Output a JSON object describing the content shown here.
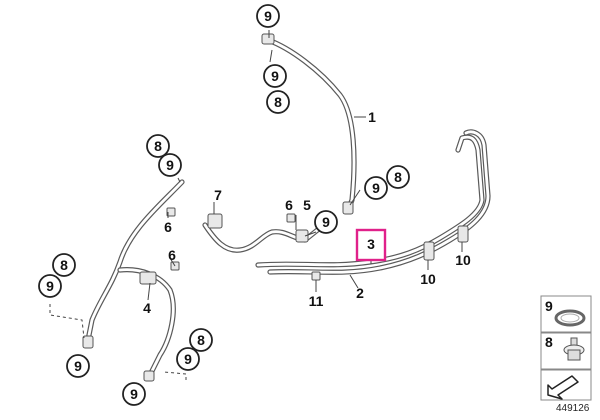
{
  "diagram": {
    "id": "449126",
    "callouts": [
      {
        "label": "9"
      },
      {
        "label": "9"
      },
      {
        "label": "8"
      },
      {
        "label": "9"
      },
      {
        "label": "8"
      },
      {
        "label": "8"
      },
      {
        "label": "9"
      },
      {
        "label": "9"
      },
      {
        "label": "8"
      },
      {
        "label": "9"
      },
      {
        "label": "9"
      },
      {
        "label": "8"
      },
      {
        "label": "9"
      }
    ],
    "part_labels": [
      {
        "label": "1"
      },
      {
        "label": "2"
      },
      {
        "label": "4"
      },
      {
        "label": "5"
      },
      {
        "label": "6"
      },
      {
        "label": "6"
      },
      {
        "label": "6"
      },
      {
        "label": "7"
      },
      {
        "label": "10"
      },
      {
        "label": "10"
      },
      {
        "label": "11"
      }
    ],
    "highlighted_part": "3",
    "legend": [
      {
        "number": "9",
        "icon": "o-ring-seal-icon"
      },
      {
        "number": "8",
        "icon": "bolt-washer-icon"
      }
    ],
    "legend_footer_icon": "arrow-direction-icon"
  }
}
